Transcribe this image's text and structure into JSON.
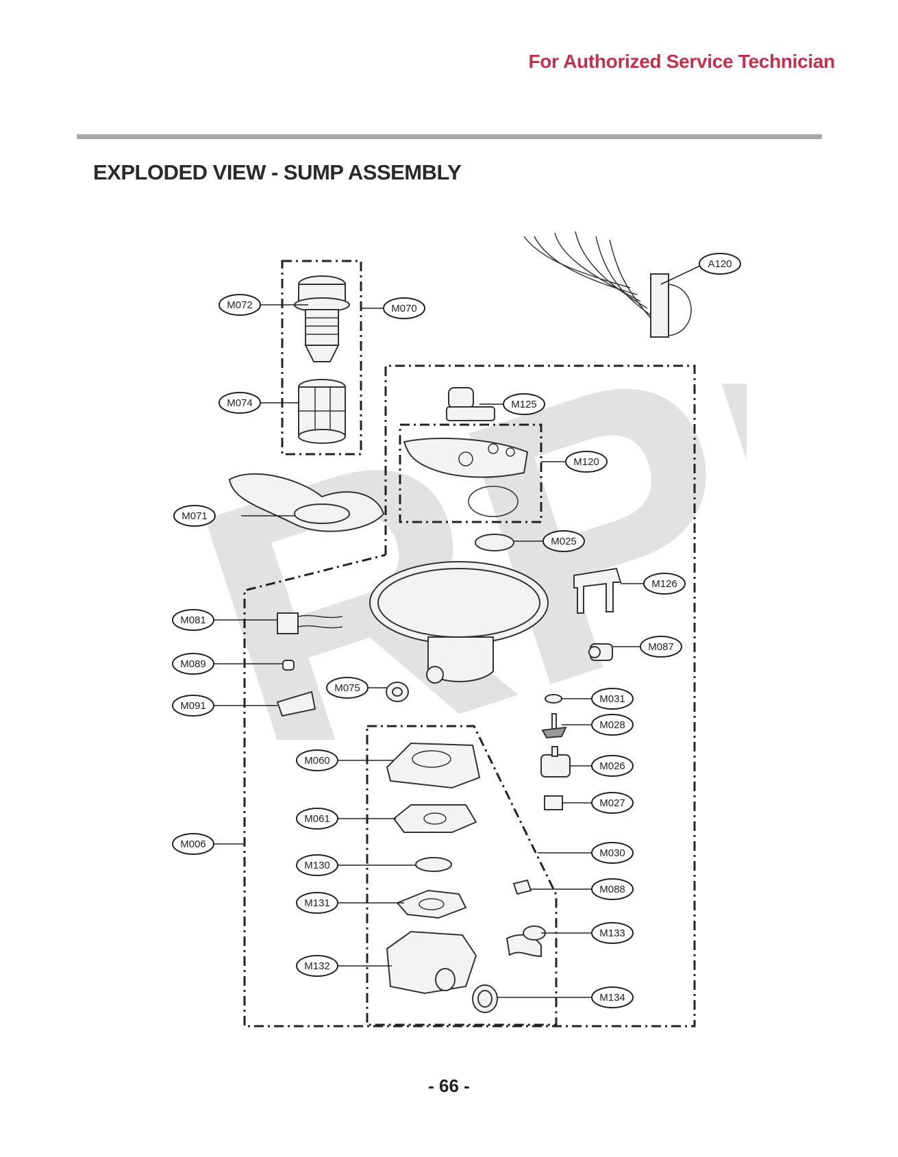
{
  "header": {
    "note": "For Authorized Service Technician"
  },
  "title": "EXPLODED VIEW - SUMP ASSEMBLY",
  "watermark": "RPI",
  "page_number": "- 66 -",
  "callouts": {
    "a120": "A120",
    "m072": "M072",
    "m070": "M070",
    "m074": "M074",
    "m125": "M125",
    "m120": "M120",
    "m071": "M071",
    "m025": "M025",
    "m126": "M126",
    "m081": "M081",
    "m087": "M087",
    "m089": "M089",
    "m075": "M075",
    "m031": "M031",
    "m091": "M091",
    "m028": "M028",
    "m060": "M060",
    "m026": "M026",
    "m061": "M061",
    "m027": "M027",
    "m006": "M006",
    "m030": "M030",
    "m130": "M130",
    "m088": "M088",
    "m131": "M131",
    "m133": "M133",
    "m132": "M132",
    "m134": "M134"
  }
}
